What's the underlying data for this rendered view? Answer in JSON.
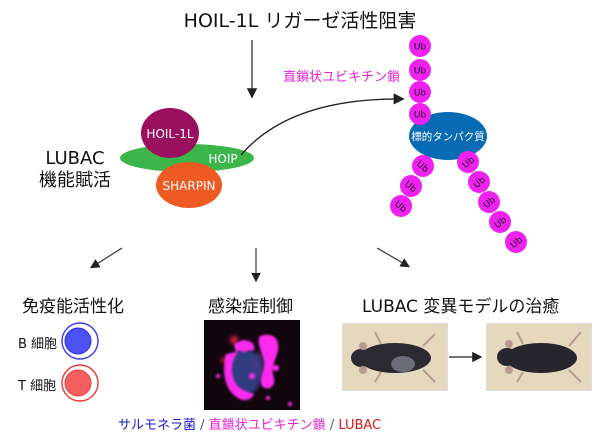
{
  "title": "HOIL-1L リガーゼ活性阻害",
  "lubac": {
    "line1": "LUBAC",
    "line2": "機能賦活"
  },
  "complex": {
    "hoil": "HOIL-1L",
    "hoip": "HOIP",
    "sharpin": "SHARPIN"
  },
  "chain_label": "直鎖状ユビキチン鎖",
  "target_protein": "標的タンパク質",
  "ub_label": "Ub",
  "outcomes": {
    "immune": {
      "title": "免疫能活性化",
      "b_cell": "B 細胞",
      "t_cell": "T 細胞"
    },
    "infection": {
      "title": "感染症制御"
    },
    "cure": {
      "title": "LUBAC 変異モデルの治癒"
    }
  },
  "caption": {
    "part1": "サルモネラ菌",
    "sep1": " / ",
    "part2": "直鎖状ユビキチン鎖",
    "sep2": " / ",
    "part3": "LUBAC"
  },
  "colors": {
    "ub": "#ee22ee",
    "hoil": "#9b0f5f",
    "hoip": "#3cb54a",
    "sharpin": "#ee5a22",
    "target": "#0a6bb5",
    "b_cell": "#4c52f2",
    "t_cell": "#f55f5f",
    "caption_blue": "#1a1ad0",
    "caption_magenta": "#e81fd8",
    "caption_red": "#e01515"
  }
}
